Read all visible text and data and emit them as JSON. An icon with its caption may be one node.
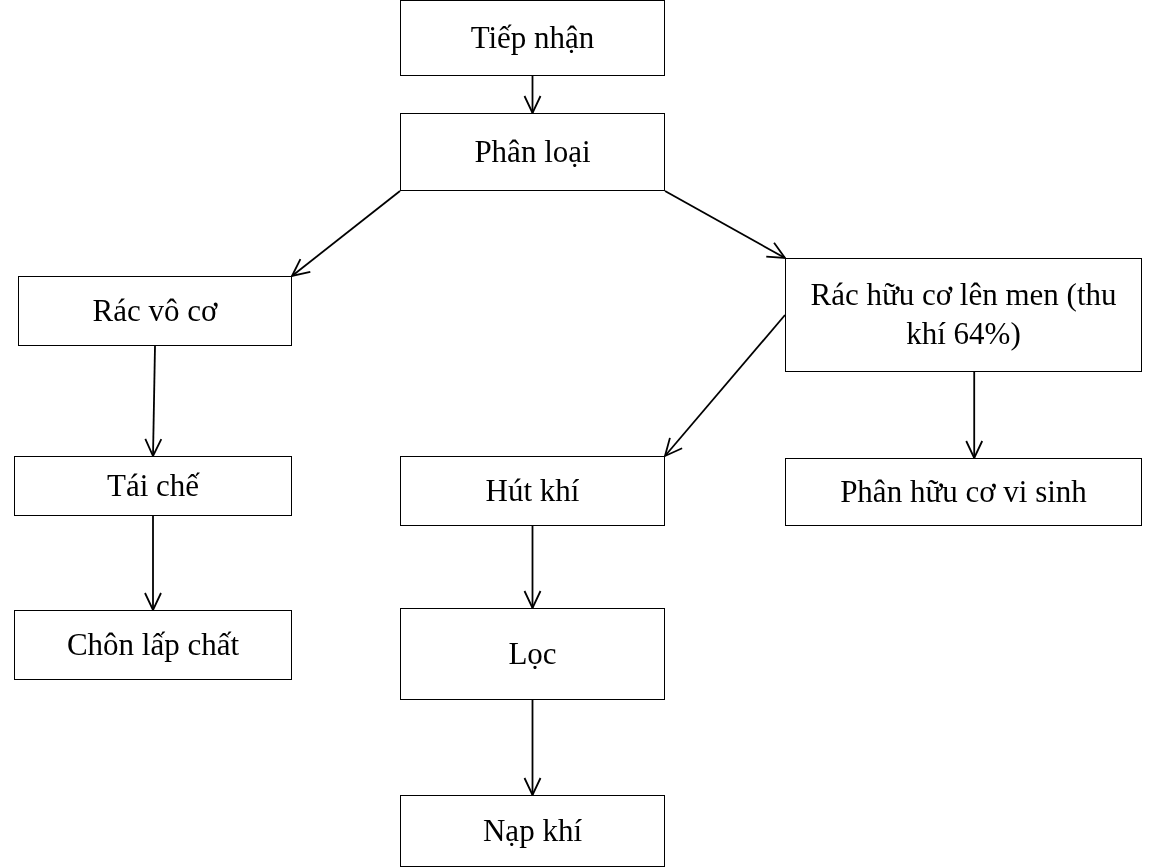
{
  "diagram": {
    "nodes": [
      {
        "text": [
          "Tiếp nhận"
        ]
      },
      {
        "text": [
          "Phân loại"
        ]
      },
      {
        "text": [
          "Rác vô cơ"
        ]
      },
      {
        "text": [
          "Rác hữu cơ lên men (thu khí 64%)"
        ]
      },
      {
        "text": [
          "Tái chế"
        ]
      },
      {
        "text": [
          "Hút khí"
        ]
      },
      {
        "text": [
          "Phân hữu cơ vi sinh"
        ]
      },
      {
        "text": [
          "Chôn lấp chất"
        ]
      },
      {
        "text": [
          "Lọc"
        ]
      },
      {
        "text": [
          "Nạp khí"
        ]
      }
    ],
    "edges": [
      {
        "from": 0,
        "to": 1,
        "arrow": "to"
      },
      {
        "from": 1,
        "to": 2,
        "arrow": "to"
      },
      {
        "from": 1,
        "to": 3,
        "arrow": "to"
      },
      {
        "from": 2,
        "to": 4,
        "arrow": "to"
      },
      {
        "from": 3,
        "to": 5,
        "arrow": "to"
      },
      {
        "from": 3,
        "to": 6,
        "arrow": "to"
      },
      {
        "from": 4,
        "to": 7,
        "arrow": "to"
      },
      {
        "from": 5,
        "to": 8,
        "arrow": "to"
      },
      {
        "from": 8,
        "to": 9,
        "arrow": "to"
      }
    ]
  }
}
